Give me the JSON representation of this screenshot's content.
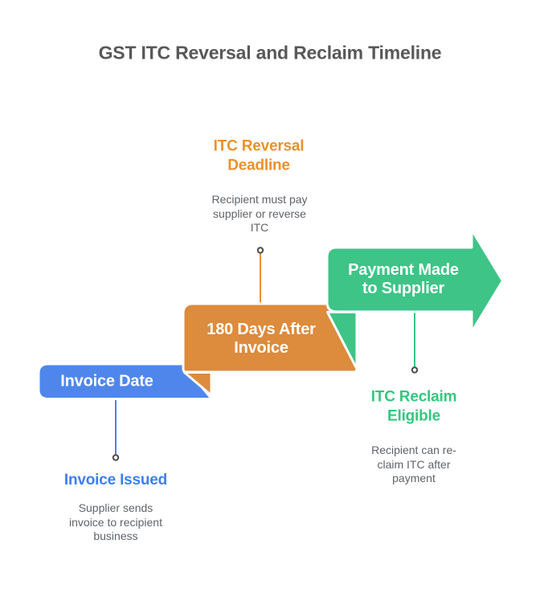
{
  "title": "GST ITC Reversal and Reclaim Timeline",
  "colors": {
    "blue_banner": "#4e86ec",
    "orange_banner": "#dd8b3c",
    "green_banner": "#3ec487",
    "blue_accent": "#4285f4",
    "orange_accent": "#e8912d",
    "green_accent": "#34c77f",
    "title_gray": "#58585a",
    "desc_gray": "#5f6368",
    "marker_stroke": "#4d4d4d",
    "outline_white": "#ffffff"
  },
  "steps": [
    {
      "banner_label": "Invoice Date",
      "callout_title": "Invoice Issued",
      "callout_desc": "Supplier sends\ninvoice to recipient\nbusiness"
    },
    {
      "banner_label": "180 Days After\nInvoice",
      "callout_title": "ITC Reversal\nDeadline",
      "callout_desc": "Recipient must pay\nsupplier or reverse\nITC"
    },
    {
      "banner_label": "Payment Made\nto Supplier",
      "callout_title": "ITC Reclaim\nEligible",
      "callout_desc": "Recipient can re-\nclaim ITC after\npayment"
    }
  ]
}
